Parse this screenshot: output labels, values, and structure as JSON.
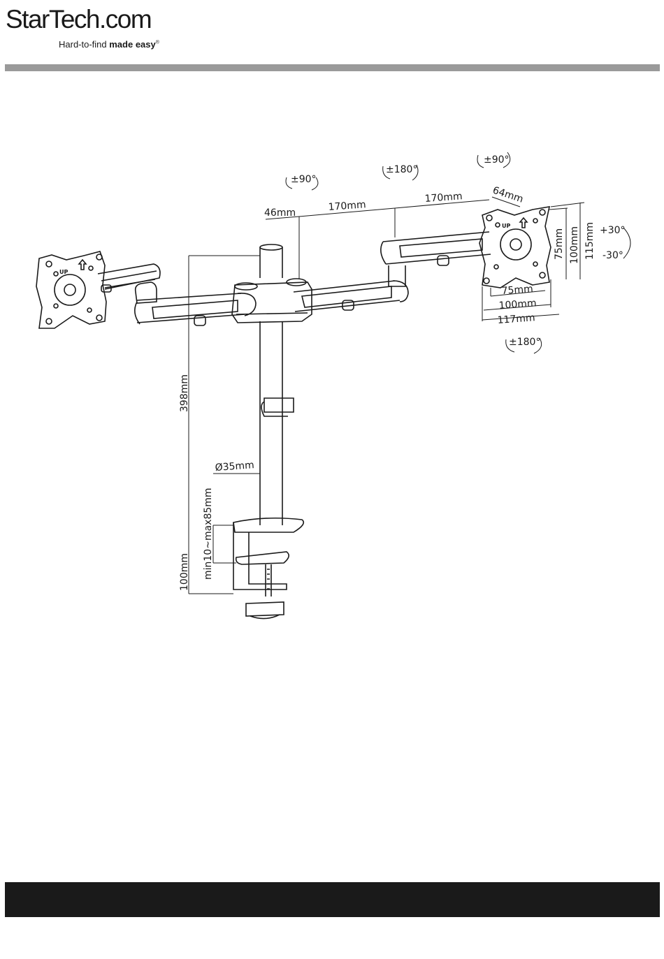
{
  "brand": {
    "logo_text": "StarTech.com",
    "tagline_regular": "Hard-to-find ",
    "tagline_bold": "made easy",
    "tagline_mark": "®"
  },
  "diagram": {
    "rotation_labels": {
      "arm_pivot": "±90°",
      "arm_joint": "±180°",
      "head_top": "±90°",
      "head_bottom": "±180°",
      "tilt_up": "+30°",
      "tilt_down": "-30°"
    },
    "dimensions": {
      "offset": "46mm",
      "arm_segment_1": "170mm",
      "arm_segment_2": "170mm",
      "head_depth": "64mm",
      "vesa_h_75": "75mm",
      "vesa_h_100": "100mm",
      "plate_height": "115mm",
      "vesa_w_75": "75mm",
      "vesa_w_100": "100mm",
      "plate_width": "117mm",
      "pole_height": "398mm",
      "pole_diameter": "Ø35mm",
      "desk_thickness": "min10~max85mm",
      "clamp_depth": "100mm"
    },
    "plate_labels": {
      "left_up": "UP",
      "right_up": "UP"
    }
  },
  "colors": {
    "ink": "#1a1a1a",
    "rule_gray": "#9a9a9a",
    "footer": "#1a1a1a"
  }
}
